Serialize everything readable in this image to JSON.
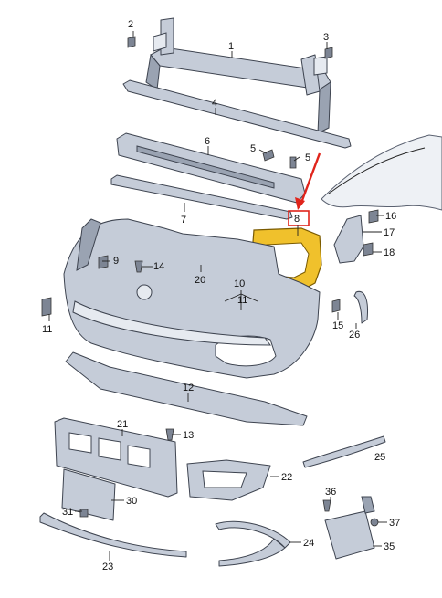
{
  "callouts": {
    "c1": "1",
    "c2": "2",
    "c3": "3",
    "c4": "4",
    "c5a": "5",
    "c5b": "5",
    "c6": "6",
    "c7": "7",
    "c8": "8",
    "c9": "9",
    "c10": "10",
    "c11a": "11",
    "c11b": "11",
    "c12": "12",
    "c13": "13",
    "c14": "14",
    "c15": "15",
    "c16": "16",
    "c17": "17",
    "c18": "18",
    "c20": "20",
    "c21": "21",
    "c22": "22",
    "c23": "23",
    "c24": "24",
    "c25": "25",
    "c26": "26",
    "c30": "30",
    "c31": "31",
    "c35": "35",
    "c36": "36",
    "c37": "37"
  },
  "colors": {
    "highlight": "#f0c12c",
    "marker_red": "#e0241b",
    "part_fill": "#c5ccd8"
  }
}
